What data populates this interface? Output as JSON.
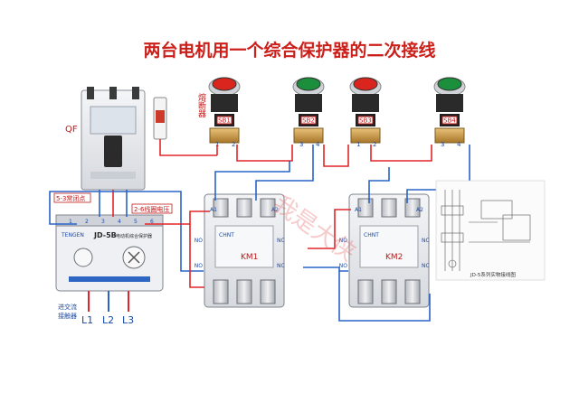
{
  "title": "两台电机用一个综合保护器的二次接线",
  "breaker_label": "QF",
  "fuse_label": "熔断器",
  "buttons": [
    {
      "label": "SB1",
      "cap_color": "#d9251d",
      "t_left": "1",
      "t_right": "2"
    },
    {
      "label": "SB2",
      "cap_color": "#1b8f3c",
      "t_left": "3",
      "t_right": "4"
    },
    {
      "label": "SB3",
      "cap_color": "#d9251d",
      "t_left": "1",
      "t_right": "2"
    },
    {
      "label": "SB4",
      "cap_color": "#1b8f3c",
      "t_left": "3",
      "t_right": "4"
    }
  ],
  "contactors": [
    {
      "label": "KM1",
      "brand": "CHNT",
      "coil_a1": "A1",
      "coil_a2": "A2",
      "aux": [
        "NO",
        "NO",
        "NC",
        "NC"
      ]
    },
    {
      "label": "KM2",
      "brand": "CHNT",
      "coil_a1": "A1",
      "coil_a2": "A2",
      "aux": [
        "NO",
        "NO",
        "NC",
        "NC"
      ]
    }
  ],
  "protector": {
    "brand": "TENGEN",
    "model": "JD-5B",
    "subtitle": "电动机综合保护器",
    "callout_left": "5-3常闭点",
    "callout_right": "2-6线圈电压",
    "terminals": [
      "1",
      "2",
      "3",
      "4",
      "5",
      "6"
    ]
  },
  "phase_labels": [
    "L1",
    "L2",
    "L3"
  ],
  "ac_contactor_label_1": "进交流",
  "ac_contactor_label_2": "接触器",
  "watermark": "我是大侠",
  "inset_caption": "JD-5系列实物接线图",
  "colors": {
    "wire_red": "#e0262a",
    "wire_blue": "#2a63c8",
    "title_red": "#cc1f1a"
  }
}
